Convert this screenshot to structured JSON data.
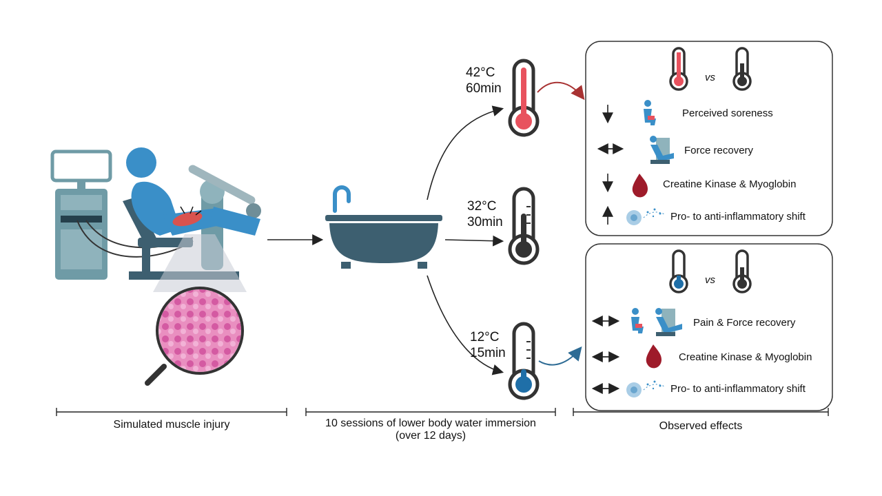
{
  "sections": {
    "injury": "Simulated muscle injury",
    "immersion_line1": "10 sessions of lower body water immersion",
    "immersion_line2": "(over 12 days)",
    "effects": "Observed effects"
  },
  "conditions": {
    "hot": {
      "temp": "42°C",
      "time": "60min",
      "color": "#e8525e"
    },
    "neutral": {
      "temp": "32°C",
      "time": "30min",
      "color": "#333333"
    },
    "cold": {
      "temp": "12°C",
      "time": "15min",
      "color": "#1f6fa8"
    }
  },
  "vs_label": "vs",
  "hot_panel": {
    "items": [
      {
        "symbol": "down-arrow",
        "text": "Perceived soreness"
      },
      {
        "symbol": "double-arrow",
        "text": "Force recovery"
      },
      {
        "symbol": "down-arrow",
        "text": "Creatine Kinase & Myoglobin"
      },
      {
        "symbol": "up-arrow",
        "text": "Pro- to anti-inflammatory shift"
      }
    ]
  },
  "cold_panel": {
    "items": [
      {
        "symbol": "double-arrow",
        "text": "Pain & Force recovery"
      },
      {
        "symbol": "double-arrow",
        "text": "Creatine Kinase & Myoglobin"
      },
      {
        "symbol": "double-arrow",
        "text": "Pro- to anti-inflammatory shift"
      }
    ]
  },
  "colors": {
    "primary_blue": "#3a8fc8",
    "slate": "#3d5f70",
    "muscle_red": "#9e1b2a",
    "accent_red": "#a83232"
  }
}
